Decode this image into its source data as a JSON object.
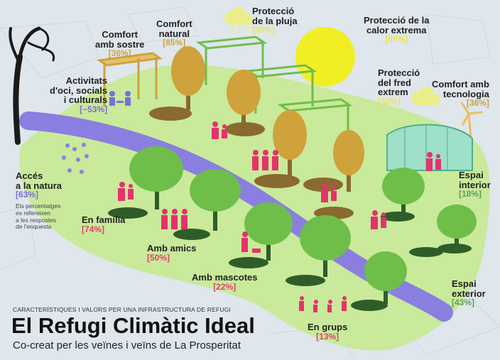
{
  "title": {
    "kicker": "CARACTERÍSTIQUES I VALORS PER UNA INFRASTRUCTURA DE REFUGI",
    "main": "El Refugi Climàtic Ideal",
    "subtitle": "Co-creat per les veïnes i veïns de La Prosperitat"
  },
  "note": [
    "Els percentatges",
    "es refereixen",
    "a les respostes",
    "de l'enquesta"
  ],
  "features": [
    {
      "id": "comfort-amb-sostre",
      "lines": [
        "Comfort",
        "amb sostre"
      ],
      "value": "[36%]",
      "color": "#c9a441"
    },
    {
      "id": "comfort-natural",
      "lines": [
        "Comfort",
        "natural"
      ],
      "value": "[85%]",
      "color": "#c9a441"
    },
    {
      "id": "proteccio-pluja",
      "lines": [
        "Protecció",
        "de la pluja"
      ],
      "value": "[30%]",
      "color": "#e8e84a"
    },
    {
      "id": "proteccio-calor",
      "lines": [
        "Protecció de la",
        "calor extrema"
      ],
      "value": "[89%]",
      "color": "#e8e84a"
    },
    {
      "id": "proteccio-fred",
      "lines": [
        "Protecció",
        "del fred",
        "extrem"
      ],
      "value": "[32%]",
      "color": "#e8e84a"
    },
    {
      "id": "comfort-tecnologia",
      "lines": [
        "Comfort amb",
        "tecnologia"
      ],
      "value": "[36%]",
      "color": "#c9a441"
    },
    {
      "id": "activitats",
      "lines": [
        "Activitats",
        "d'oci, socials",
        "i culturals"
      ],
      "value": "[~53%]",
      "color": "#7a6fd6"
    },
    {
      "id": "acces-natura",
      "lines": [
        "Accés",
        "a la natura"
      ],
      "value": "[63%]",
      "color": "#7a6fd6"
    },
    {
      "id": "en-familia",
      "lines": [
        "En família"
      ],
      "value": "[74%]",
      "color": "#e0426e"
    },
    {
      "id": "amb-amics",
      "lines": [
        "Amb amics"
      ],
      "value": "[50%]",
      "color": "#e0426e"
    },
    {
      "id": "amb-mascotes",
      "lines": [
        "Amb mascotes"
      ],
      "value": "[22%]",
      "color": "#e0426e"
    },
    {
      "id": "en-grups",
      "lines": [
        "En grups"
      ],
      "value": "[13%]",
      "color": "#e0426e"
    },
    {
      "id": "espai-interior",
      "lines": [
        "Espai",
        "interior"
      ],
      "value": "[18%]",
      "color": "#5fa05a"
    },
    {
      "id": "espai-exterior",
      "lines": [
        "Espai",
        "exterior"
      ],
      "value": "[43%]",
      "color": "#5fa05a"
    }
  ],
  "colors": {
    "background": "#dfe6ec",
    "park": "#c9ea9a",
    "river": "#8a7fe0",
    "tree_green": "#6fbe4a",
    "tree_ochre": "#cfa23c",
    "sun": "#f1ef24",
    "people": "#e5326c"
  }
}
